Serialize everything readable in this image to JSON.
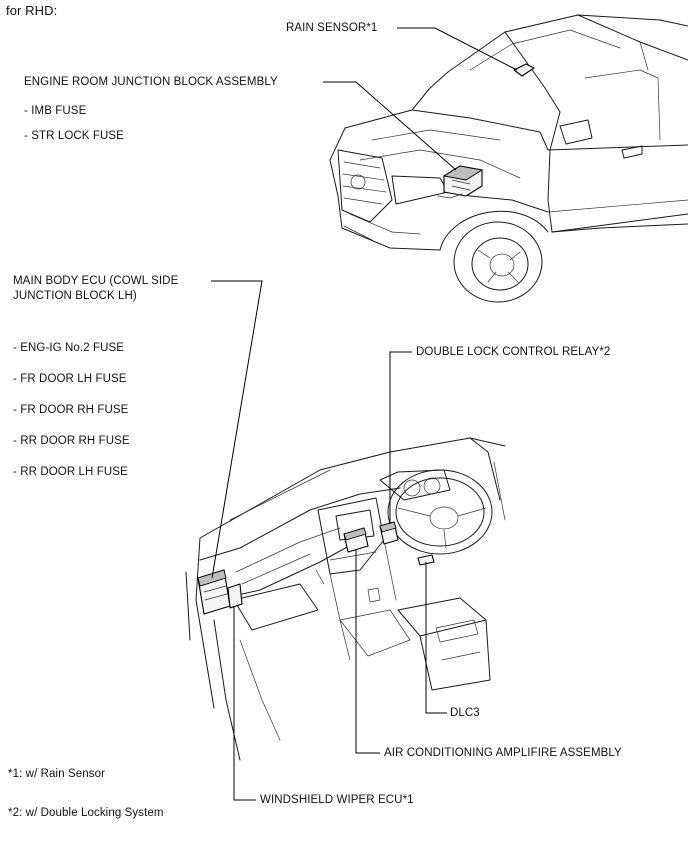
{
  "header": {
    "title": "for RHD:"
  },
  "labels": {
    "rain_sensor": "RAIN SENSOR*1",
    "engine_room_jb": "ENGINE ROOM JUNCTION BLOCK ASSEMBLY",
    "imb_fuse": "- IMB FUSE",
    "str_lock_fuse": "- STR LOCK FUSE",
    "main_body_ecu_line1": "MAIN BODY ECU (COWL SIDE",
    "main_body_ecu_line2": "JUNCTION BLOCK LH)",
    "eng_ig_fuse": "- ENG-IG No.2 FUSE",
    "fr_door_lh_fuse": "- FR DOOR LH FUSE",
    "fr_door_rh_fuse": "- FR DOOR RH FUSE",
    "rr_door_rh_fuse": "- RR DOOR RH FUSE",
    "rr_door_lh_fuse": "- RR DOOR LH FUSE",
    "double_lock_relay": "DOUBLE LOCK CONTROL RELAY*2",
    "dlc3": "DLC3",
    "ac_amplifier": "AIR CONDITIONING AMPLIFIRE ASSEMBLY",
    "windshield_wiper_ecu": "WINDSHIELD WIPER ECU*1"
  },
  "footnotes": {
    "note1": "*1: w/ Rain Sensor",
    "note2": "*2: w/ Double Locking System"
  }
}
